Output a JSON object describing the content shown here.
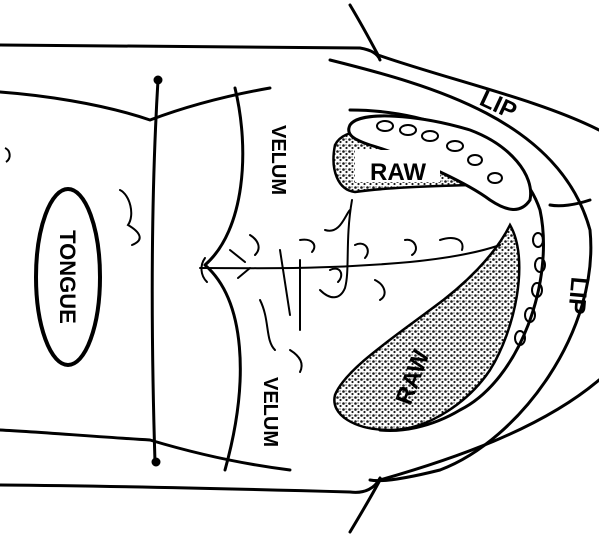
{
  "labels": {
    "tongue": "TONGUE",
    "velum_upper": "VELUM",
    "velum_lower": "VELUM",
    "raw_upper": "RAW",
    "raw_lower": "RAW",
    "lip_upper": "LIP",
    "lip_lower": "LIP"
  },
  "colors": {
    "ink": "#000000",
    "paper": "#ffffff",
    "stipple": "#2a2a2a"
  }
}
